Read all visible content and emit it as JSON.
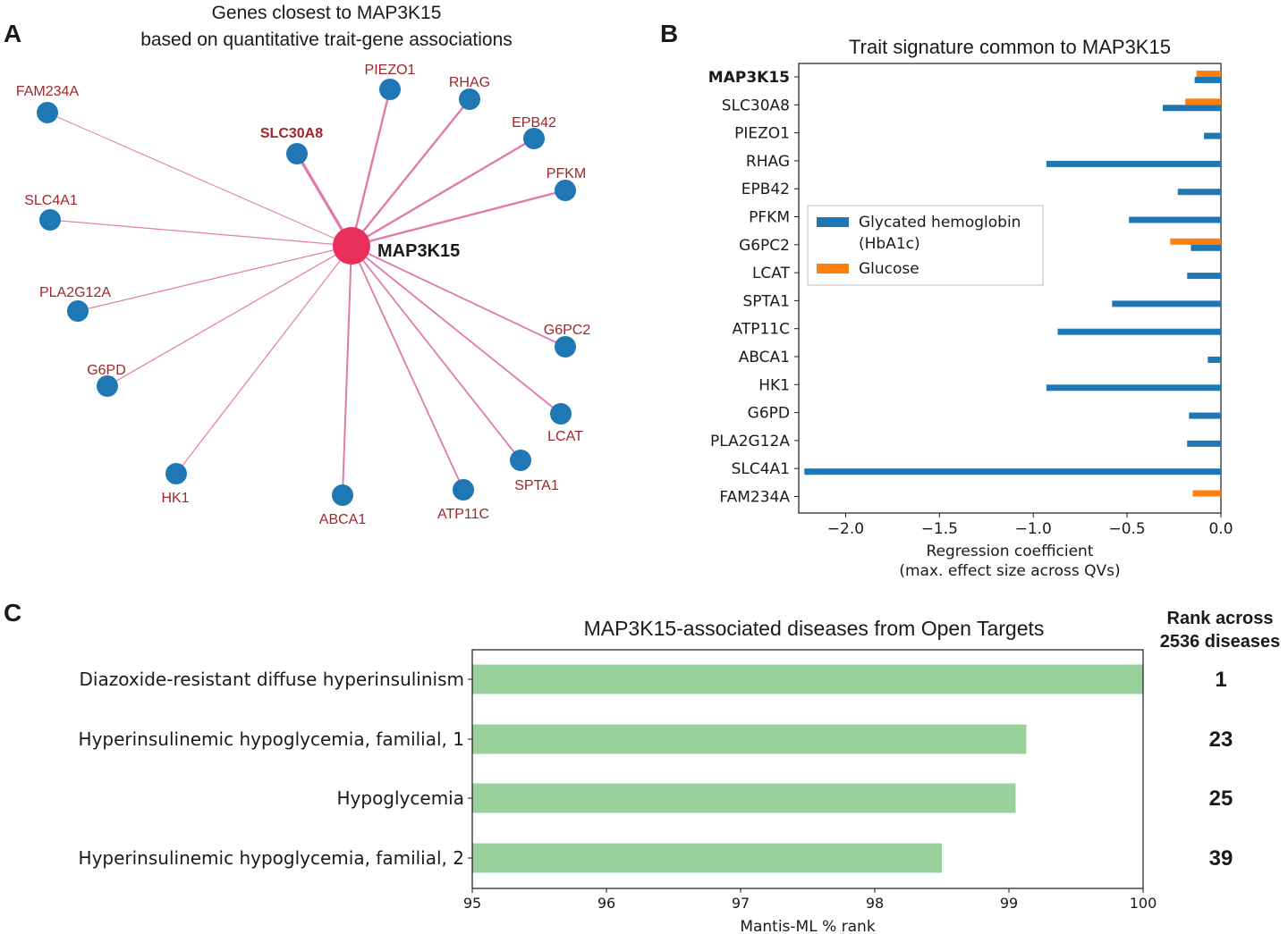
{
  "panels": {
    "a": {
      "letter": "A",
      "title_line1": "Genes closest to MAP3K15",
      "title_line2": "based on quantitative trait-gene associations",
      "center": "MAP3K15",
      "center_color": "#e8305a",
      "node_color": "#1f77b4",
      "edge_color": "#e07aaa",
      "label_color": "#a0262b",
      "nodes": [
        "PIEZO1",
        "RHAG",
        "EPB42",
        "PFKM",
        "SLC30A8",
        "FAM234A",
        "SLC4A1",
        "PLA2G12A",
        "G6PD",
        "HK1",
        "ABCA1",
        "ATP11C",
        "SPTA1",
        "LCAT",
        "G6PC2"
      ],
      "highlighted_node": "SLC30A8"
    },
    "b": {
      "letter": "B"
    },
    "c": {
      "letter": "C"
    }
  },
  "chart_data": [
    {
      "type": "bar",
      "orientation": "horizontal",
      "title": "Trait signature common to MAP3K15",
      "xlabel": "Regression coefficient",
      "xlabel_line2": "(max. effect size across QVs)",
      "categories": [
        "MAP3K15",
        "SLC30A8",
        "PIEZO1",
        "RHAG",
        "EPB42",
        "PFKM",
        "G6PC2",
        "LCAT",
        "SPTA1",
        "ATP11C",
        "ABCA1",
        "HK1",
        "G6PD",
        "PLA2G12A",
        "SLC4A1",
        "FAM234A"
      ],
      "highlighted_category": "MAP3K15",
      "highlight_color": "#e8305a",
      "series": [
        {
          "name": "Glycated hemoglobin",
          "name_line2": "(HbA1c)",
          "color": "#1f77b4",
          "values": [
            -0.14,
            -0.31,
            -0.09,
            -0.93,
            -0.23,
            -0.49,
            -0.16,
            -0.18,
            -0.58,
            -0.87,
            -0.07,
            -0.93,
            -0.17,
            -0.18,
            -2.22,
            null
          ]
        },
        {
          "name": "Glucose",
          "color": "#ff7f0e",
          "values": [
            -0.13,
            -0.19,
            null,
            null,
            null,
            null,
            -0.27,
            null,
            null,
            null,
            null,
            null,
            null,
            null,
            null,
            -0.15
          ]
        }
      ],
      "xlim": [
        -2.25,
        0.0
      ],
      "xticks": [
        "−2.0",
        "−1.5",
        "−1.0",
        "−0.5",
        "0.0"
      ],
      "xtick_values": [
        -2.0,
        -1.5,
        -1.0,
        -0.5,
        0.0
      ],
      "legend": "center-left"
    },
    {
      "type": "bar",
      "orientation": "horizontal",
      "title": "MAP3K15-associated diseases from Open Targets",
      "xlabel": "Mantis-ML % rank",
      "categories": [
        "Diazoxide-resistant diffuse hyperinsulinism",
        "Hyperinsulinemic hypoglycemia, familial, 1",
        "Hypoglycemia",
        "Hyperinsulinemic hypoglycemia, familial, 2"
      ],
      "values": [
        100.0,
        99.13,
        99.05,
        98.5
      ],
      "bar_color": "#98d19c",
      "xlim": [
        95,
        100
      ],
      "xticks": [
        "95",
        "96",
        "97",
        "98",
        "99",
        "100"
      ],
      "xtick_values": [
        95,
        96,
        97,
        98,
        99,
        100
      ],
      "rank_header_line1": "Rank across",
      "rank_header_line2": "2536 diseases",
      "ranks": [
        "1",
        "23",
        "25",
        "39"
      ]
    }
  ]
}
